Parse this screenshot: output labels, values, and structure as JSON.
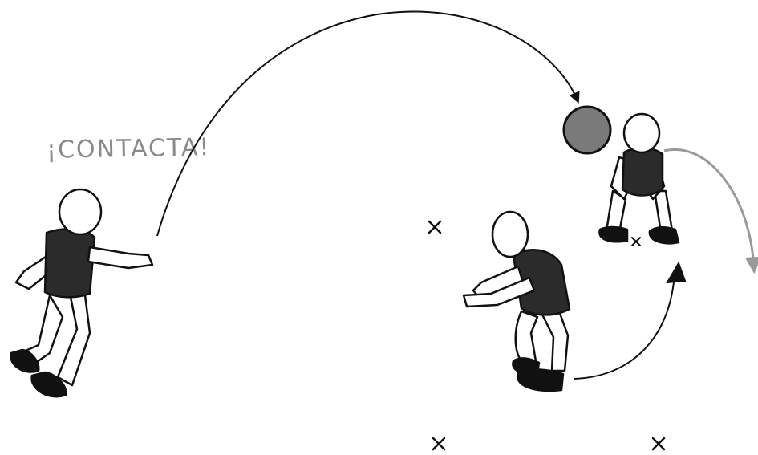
{
  "caption": "¡CONTACTA!",
  "colors": {
    "ink": "#111111",
    "shirt": "#2b2b2b",
    "ball": "#7a7a7a",
    "grey_arrow": "#9a9a9a",
    "caption": "#8a8a8a"
  },
  "markers": [
    "×",
    "×",
    "×",
    "×"
  ],
  "figures": [
    "thrower",
    "receiver-crouching",
    "setter-squatting"
  ],
  "icons": [
    "ball-icon",
    "arrow-icon"
  ]
}
